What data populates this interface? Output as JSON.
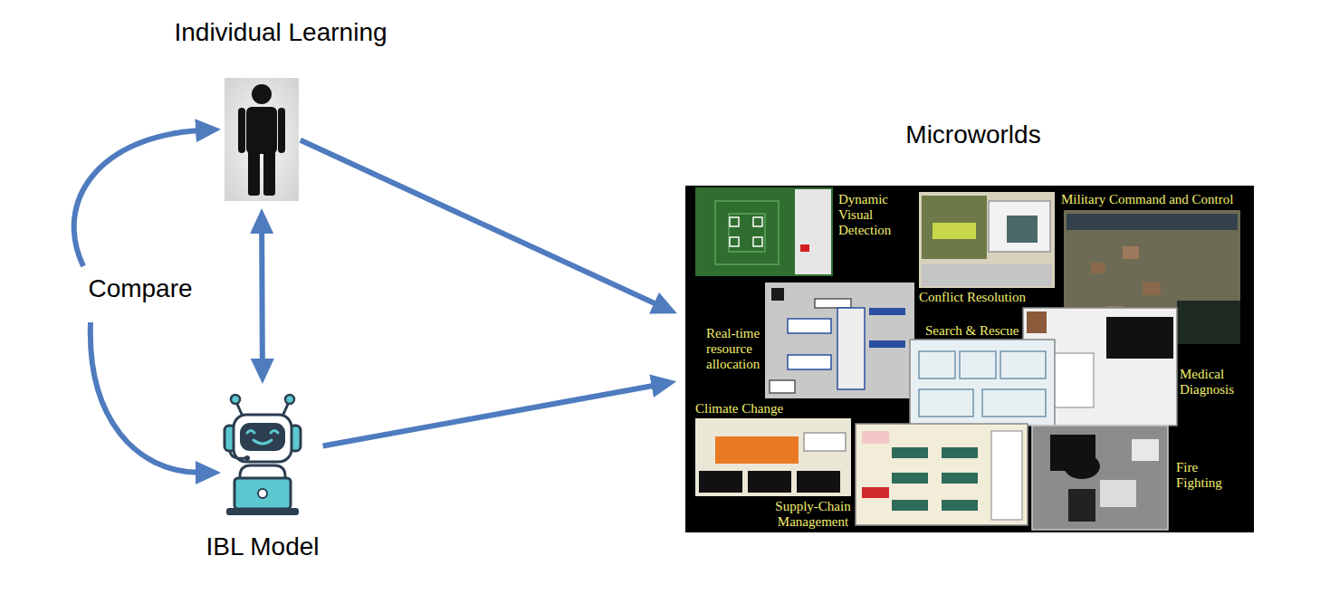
{
  "diagram": {
    "nodes": [
      {
        "text": [
          "Individual Learning"
        ]
      },
      {
        "text": [
          "Microworlds"
        ]
      },
      {
        "text": [
          "IBL Model"
        ]
      }
    ],
    "edges": [
      {
        "from": 0,
        "to": 1,
        "arrow": "to"
      },
      {
        "from": 2,
        "to": 1,
        "arrow": "to"
      },
      {
        "from": 0,
        "to": 2,
        "arrow": "both"
      }
    ],
    "labels": [
      "Compare",
      "Dynamic Visual Detection",
      "Military Command and Control",
      "Conflict Resolution",
      "Real-time resource allocation",
      "Search & Rescue",
      "Medical Diagnosis",
      "Climate Change",
      "Supply-Chain Management",
      "Fire Fighting"
    ]
  }
}
